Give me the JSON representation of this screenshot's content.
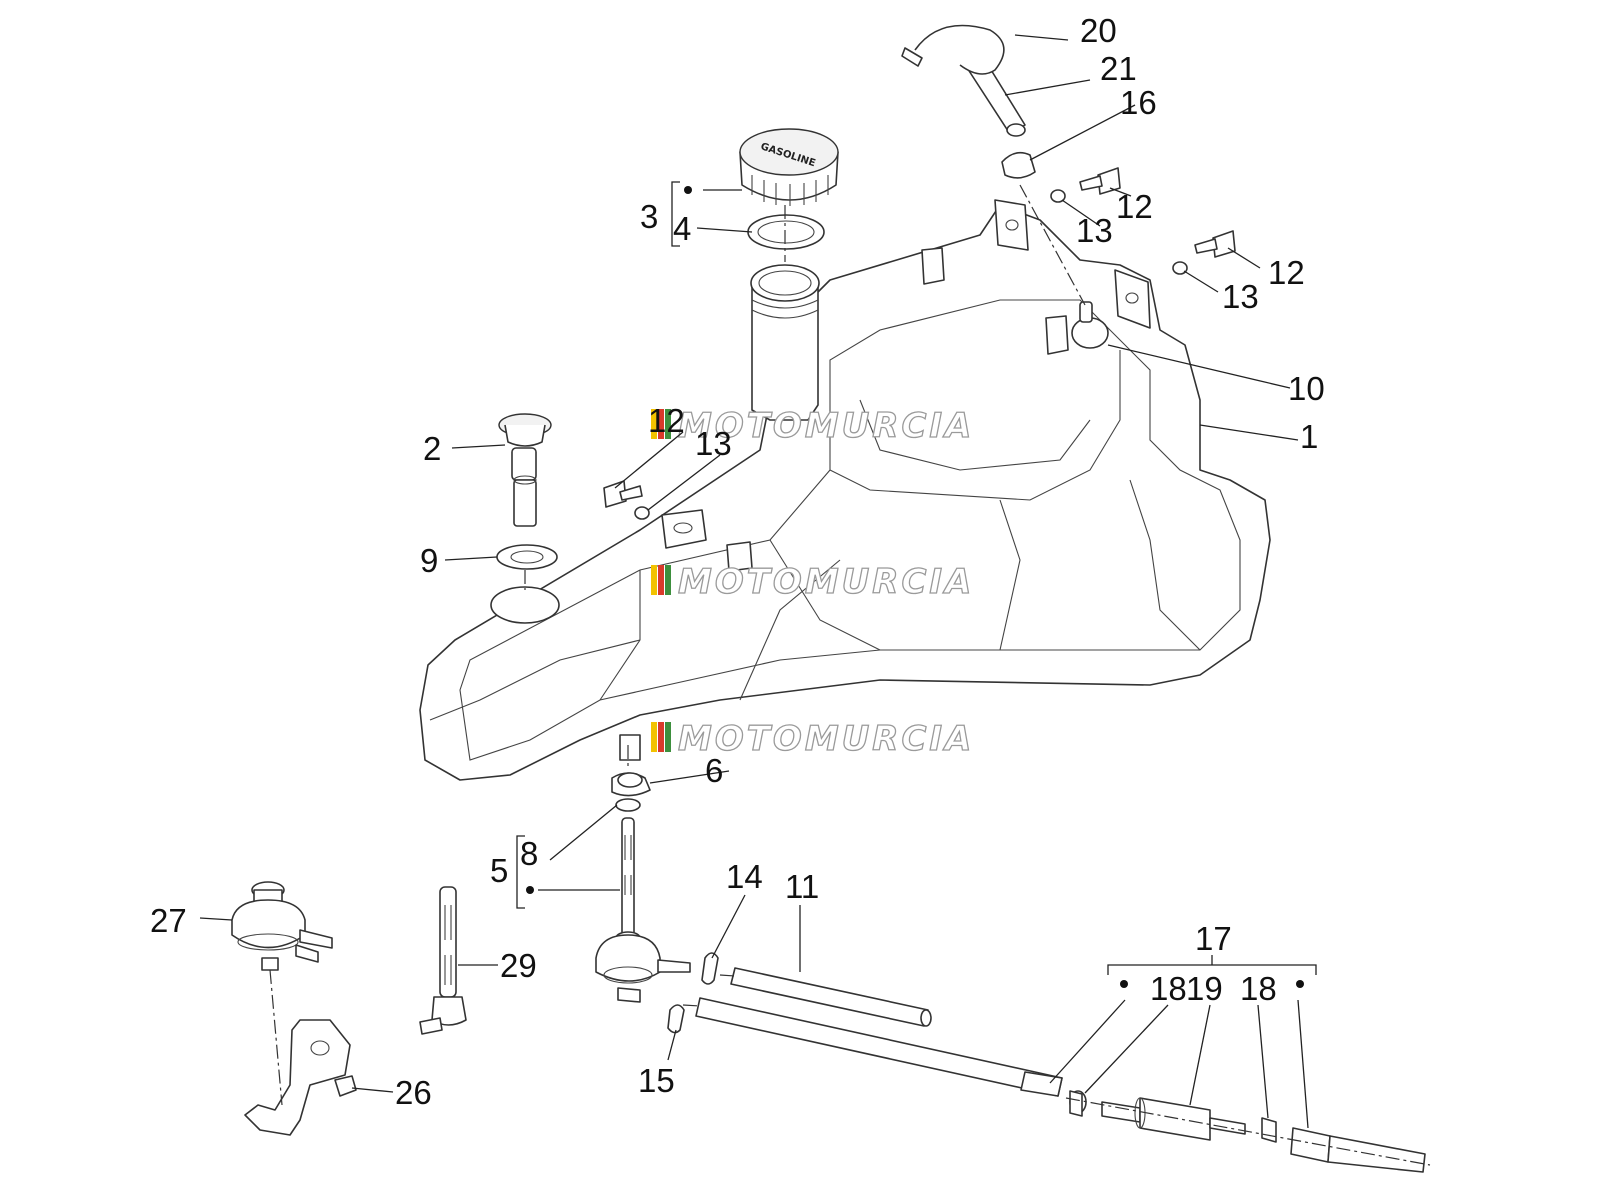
{
  "diagram": {
    "callouts": [
      "1",
      "2",
      "3",
      "4",
      "5",
      "6",
      "8",
      "9",
      "10",
      "11",
      "12",
      "12",
      "12",
      "13",
      "13",
      "13",
      "14",
      "15",
      "16",
      "17",
      "18",
      "19",
      "18",
      "20",
      "21",
      "26",
      "27",
      "29"
    ],
    "cap_text": "GASOLINE",
    "watermark": "MOTOMURCIA",
    "watermark_colors": [
      "#f2c200",
      "#d93a2b",
      "#3d8f3d"
    ]
  }
}
